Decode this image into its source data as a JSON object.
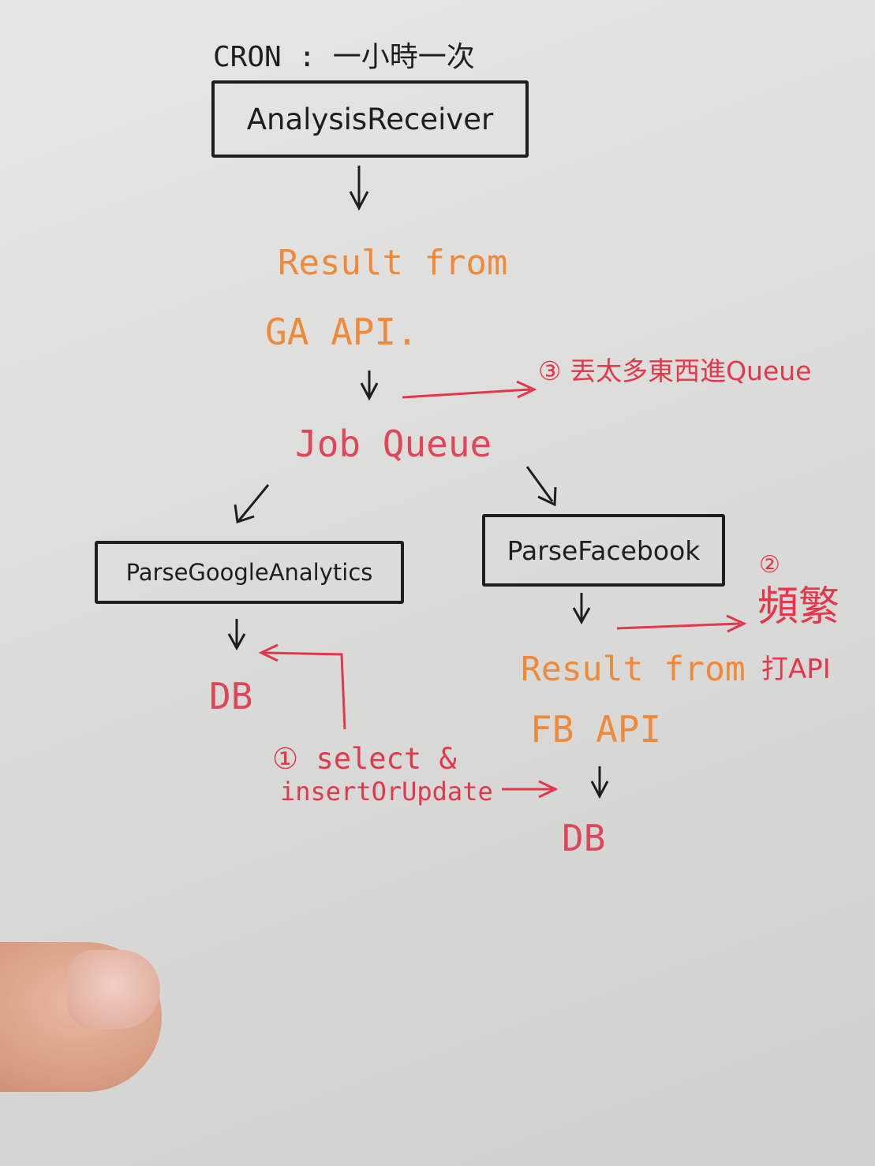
{
  "diagram": {
    "cron_note": "CRON : 一小時一次",
    "receiver_box": "AnalysisReceiver",
    "ga_result_line1": "Result from",
    "ga_result_line2": "GA API.",
    "job_queue": "Job Queue",
    "note_3": "③ 丟太多東西進Queue",
    "parse_ga_box": "ParseGoogleAnalytics",
    "parse_fb_box": "ParseFacebook",
    "note_2_marker": "②",
    "note_2_line1": "頻繁",
    "note_2_line2": "打API",
    "fb_result_line1": "Result from",
    "fb_result_line2": "FB API",
    "db_left": "DB",
    "db_right": "DB",
    "note_1_line1": "① select &",
    "note_1_line2": "insertOrUpdate"
  },
  "colors": {
    "ink": "#1e1e1e",
    "orange": "#ef8a3a",
    "red": "#e3374b",
    "paper": "#dfe0de"
  }
}
